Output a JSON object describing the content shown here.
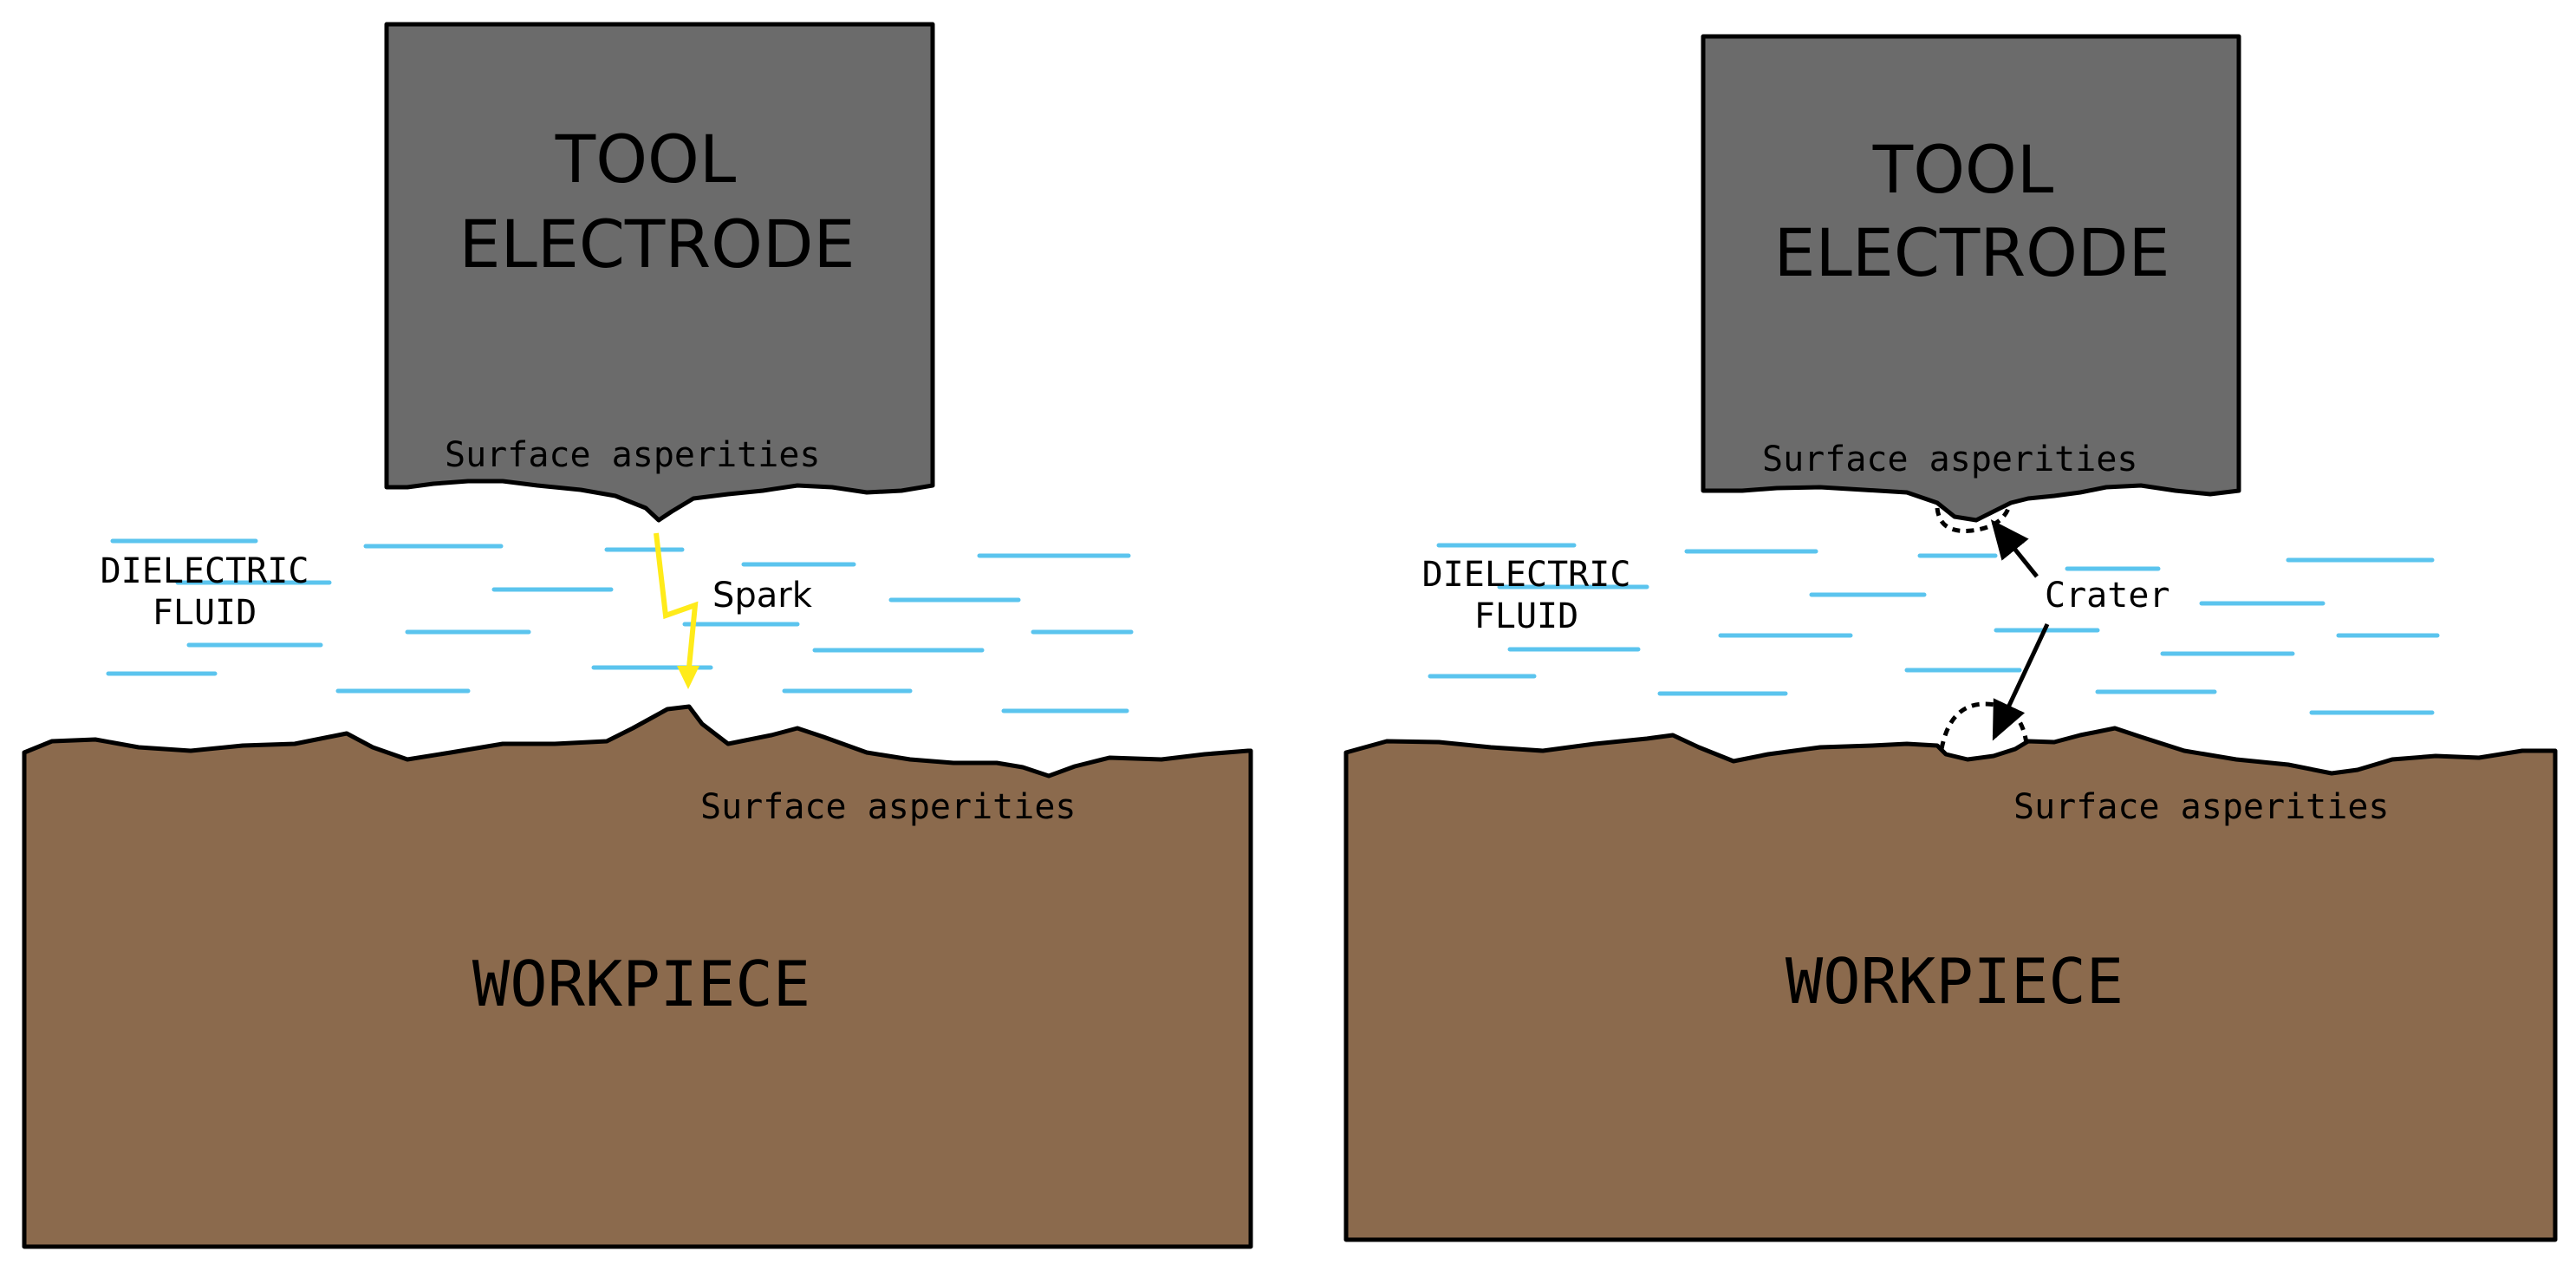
{
  "colors": {
    "tool": "#6b6b6b",
    "workpiece": "#8b6a4d",
    "fluid": "#5bc4ee",
    "spark": "#ffeb1a",
    "outline": "#000000"
  },
  "panels": [
    {
      "tool_label_1": "TOOL",
      "tool_label_2": "ELECTRODE",
      "tool_asperities": "Surface asperities",
      "fluid_label_1": "DIELECTRIC",
      "fluid_label_2": "FLUID",
      "event_label": "Spark",
      "work_asperities": "Surface asperities",
      "workpiece_label": "WORKPIECE"
    },
    {
      "tool_label_1": "TOOL",
      "tool_label_2": "ELECTRODE",
      "tool_asperities": "Surface asperities",
      "fluid_label_1": "DIELECTRIC",
      "fluid_label_2": "FLUID",
      "event_label": "Crater",
      "work_asperities": "Surface asperities",
      "workpiece_label": "WORKPIECE"
    }
  ]
}
